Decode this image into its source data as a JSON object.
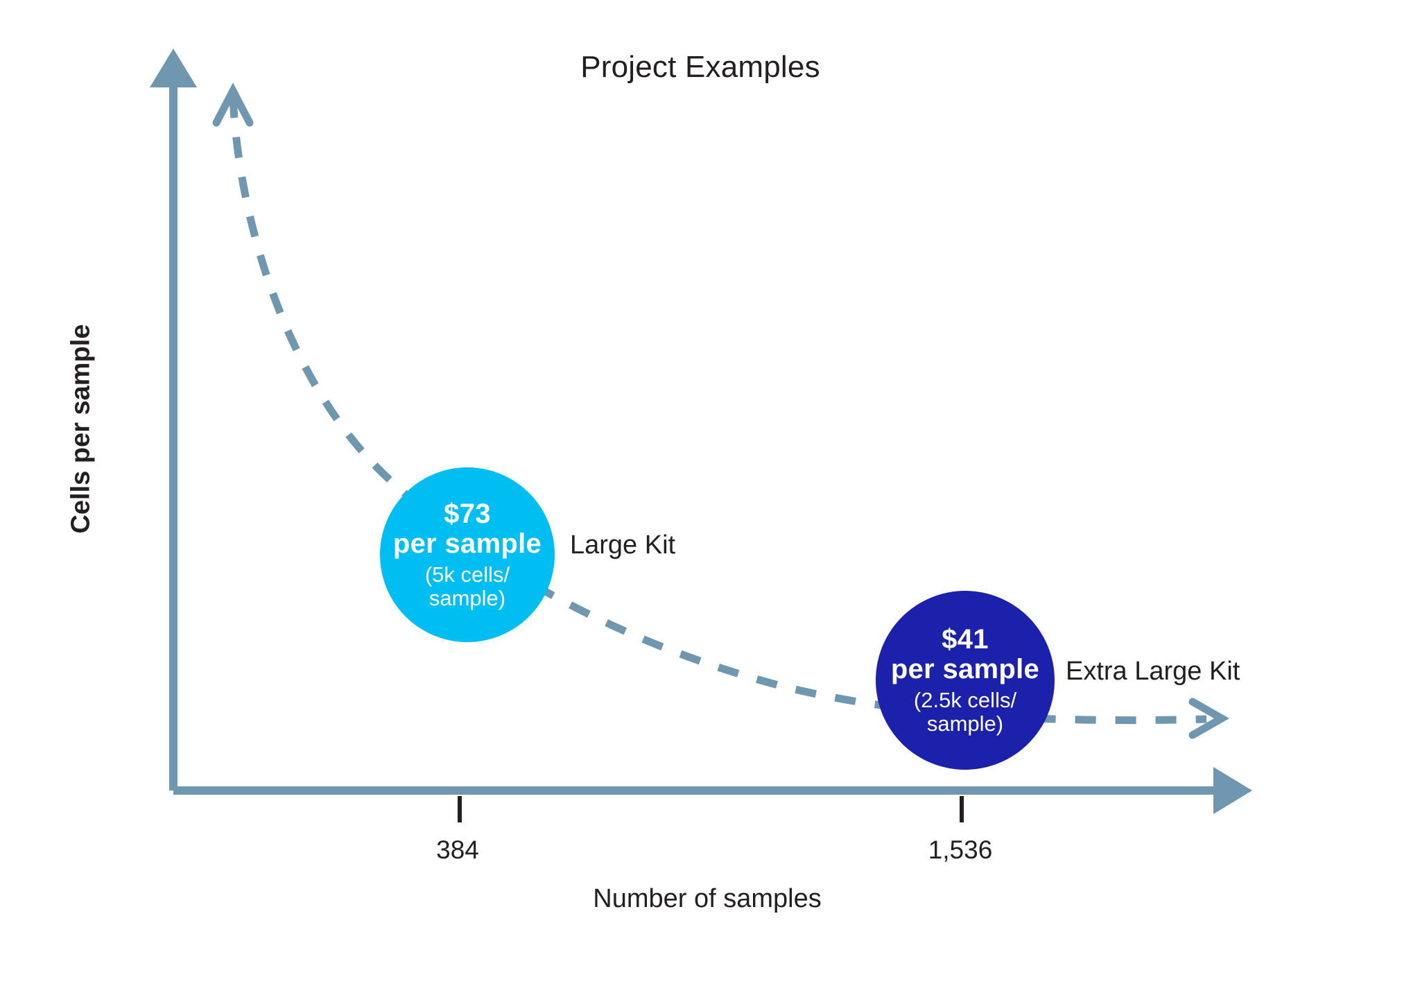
{
  "chart_data": {
    "type": "scatter",
    "title": "Project Examples",
    "xlabel": "Number of samples",
    "ylabel": "Cells per sample",
    "grid": false,
    "legend": "none",
    "x_ticks": [
      "384",
      "1,536"
    ],
    "annotations": {
      "curve": "dashed decreasing curve with arrowheads at both ends",
      "curve_meaning": "cells per sample decreases as number of samples increases"
    },
    "points": [
      {
        "name": "Large Kit",
        "x_label": "384",
        "x": 384,
        "price": "$73",
        "price_unit": "per sample",
        "cells": "(5k cells/",
        "cells_cont": "sample)",
        "cells_per_sample": 5000,
        "price_per_sample_usd": 73,
        "color": "#00bdf2",
        "bubble_radius_px": 126
      },
      {
        "name": "Extra Large Kit",
        "x_label": "1,536",
        "x": 1536,
        "price": "$41",
        "price_unit": "per sample",
        "cells": "(2.5k cells/",
        "cells_cont": "sample)",
        "cells_per_sample": 2500,
        "price_per_sample_usd": 41,
        "color": "#1c21ab",
        "bubble_radius_px": 129
      }
    ]
  },
  "colors": {
    "axis": "#7097b0",
    "curve": "#7097b0",
    "tick": "#231f20",
    "text": "#231f20",
    "large_kit": "#00bdf2",
    "extra_large_kit": "#1c21ab",
    "background": "#ffffff"
  }
}
